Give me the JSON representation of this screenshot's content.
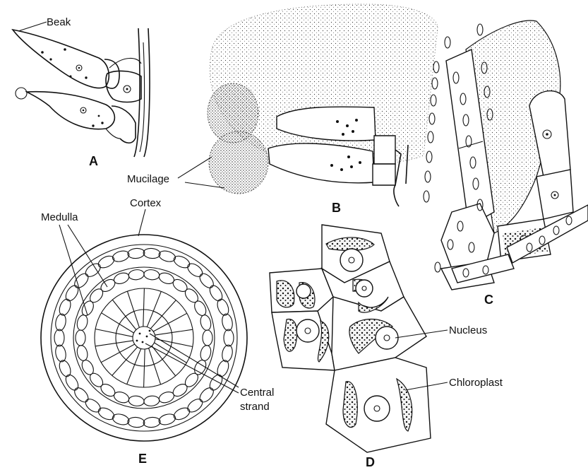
{
  "figure": {
    "panels": {
      "a": "A",
      "b": "B",
      "c": "C",
      "d": "D",
      "e": "E"
    },
    "labels": {
      "beak": "Beak",
      "mucilage": "Mucilage",
      "cortex": "Cortex",
      "medulla": "Medulla",
      "central_strand_1": "Central",
      "central_strand_2": "strand",
      "nucleus": "Nucleus",
      "chloroplast": "Chloroplast"
    }
  }
}
